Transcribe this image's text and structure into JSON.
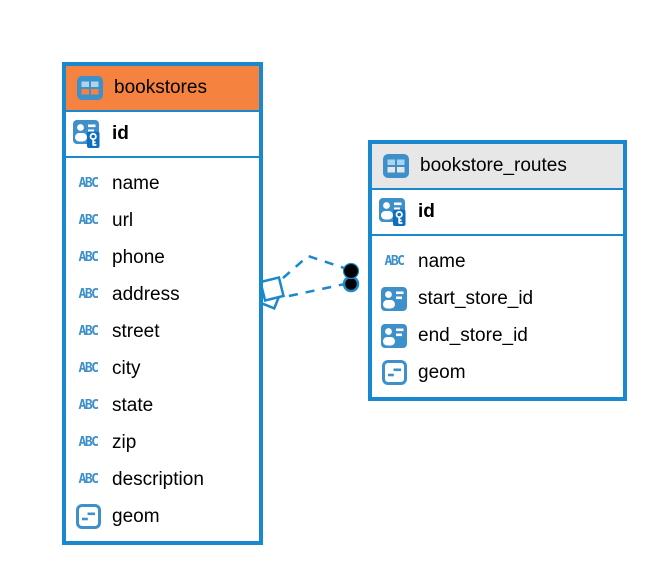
{
  "colors": {
    "canvas_bg": "#FFFFFF",
    "table_border": "#1988CE",
    "icon_blue": "#3E90CB",
    "icon_blue_light": "#ABD4EF",
    "key_badge_blue": "#0F6FBE",
    "bookstores_header": "#F5823E",
    "routes_header": "#E7E7E7",
    "text_color": "#000000",
    "connector_dot": "#000000"
  },
  "icons": {
    "text_glyph": "ABC"
  },
  "tables": [
    {
      "name": "bookstores",
      "header_color": "#F5823E",
      "columns": [
        {
          "name": "id",
          "icon": "primary-key"
        },
        {
          "name": "name",
          "icon": "text"
        },
        {
          "name": "url",
          "icon": "text"
        },
        {
          "name": "phone",
          "icon": "text"
        },
        {
          "name": "address",
          "icon": "text"
        },
        {
          "name": "street",
          "icon": "text"
        },
        {
          "name": "city",
          "icon": "text"
        },
        {
          "name": "state",
          "icon": "text"
        },
        {
          "name": "zip",
          "icon": "text"
        },
        {
          "name": "description",
          "icon": "text"
        },
        {
          "name": "geom",
          "icon": "geometry"
        }
      ]
    },
    {
      "name": "bookstore_routes",
      "header_color": "#E7E7E7",
      "columns": [
        {
          "name": "id",
          "icon": "primary-key"
        },
        {
          "name": "name",
          "icon": "text"
        },
        {
          "name": "start_store_id",
          "icon": "reference"
        },
        {
          "name": "end_store_id",
          "icon": "reference"
        },
        {
          "name": "geom",
          "icon": "geometry"
        }
      ]
    }
  ],
  "relationships": [
    {
      "from_table": "bookstores",
      "to_table": "bookstore_routes",
      "line_style": "dashed",
      "source_marker": "diamond",
      "target_marker": "filled-dot"
    },
    {
      "from_table": "bookstores",
      "to_table": "bookstore_routes",
      "line_style": "dashed",
      "source_marker": "diamond",
      "target_marker": "filled-dot"
    }
  ]
}
